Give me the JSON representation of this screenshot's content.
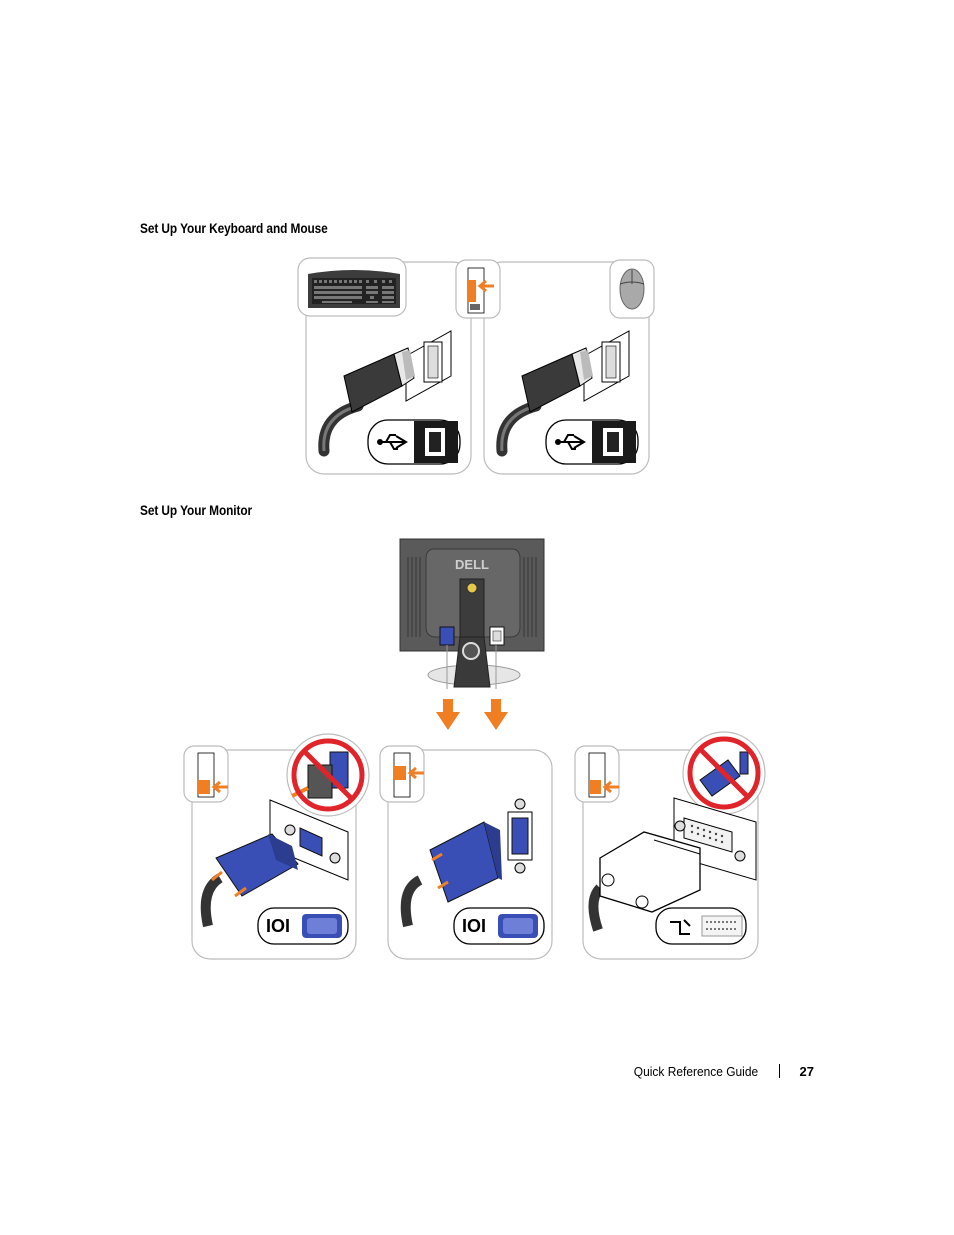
{
  "headings": {
    "keyboard_mouse": "Set Up Your Keyboard and Mouse",
    "monitor": "Set Up Your Monitor"
  },
  "monitor": {
    "brand": "DELL"
  },
  "footer": {
    "guide_title": "Quick Reference Guide",
    "page_number": "27"
  },
  "colors": {
    "accent_orange": "#f07f23",
    "connector_blue": "#3a4fb5",
    "prohibit_red": "#e1232a",
    "panel_border": "#bdbdbd",
    "monitor_gray": "#5a5a5a"
  },
  "icons": [
    "usb-icon",
    "vga-icon",
    "dvi-icon",
    "down-arrow-icon",
    "prohibited-icon"
  ]
}
